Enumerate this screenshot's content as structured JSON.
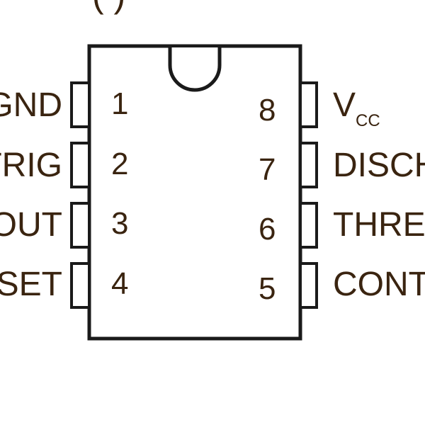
{
  "colors": {
    "outline": "#1a1a1a",
    "label_text": "#3a2410",
    "pin_number_text": "#3a2410",
    "background": "#ffffff"
  },
  "top_cut_text": "(                )",
  "left_pins": [
    {
      "number": "1",
      "label": "GND"
    },
    {
      "number": "2",
      "label": "TRIG"
    },
    {
      "number": "3",
      "label": "OUT"
    },
    {
      "number": "4",
      "label": "RESET"
    }
  ],
  "right_pins": [
    {
      "number": "8",
      "label": "V",
      "subscript": "CC"
    },
    {
      "number": "7",
      "label": "DISCH"
    },
    {
      "number": "6",
      "label": "THRES"
    },
    {
      "number": "5",
      "label": "CONT"
    }
  ]
}
